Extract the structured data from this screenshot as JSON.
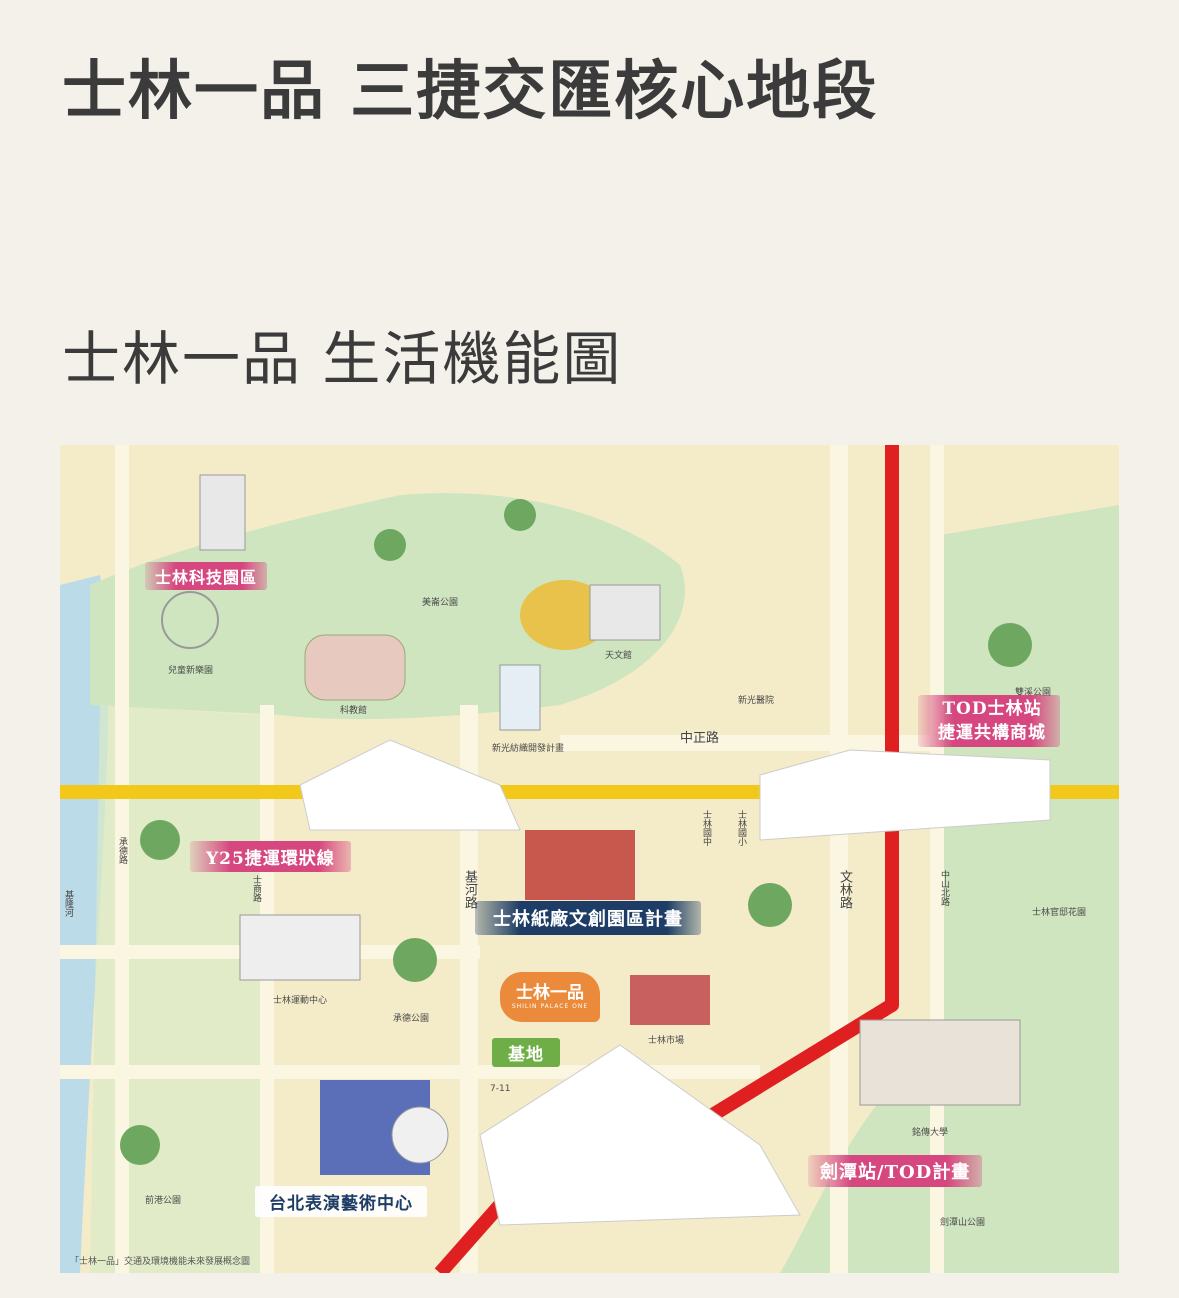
{
  "page": {
    "title": "士林一品  三捷交匯核心地段",
    "subtitle": "士林一品 生活機能圖"
  },
  "map": {
    "banners": {
      "keji": "士林科技園區",
      "y25": "Y25捷運環狀線",
      "paper": "士林紙廠文創園區計畫",
      "tod_shilin_1": "TOD士林站",
      "tod_shilin_2": "捷運共構商城",
      "jiantan": "劍潭站/TOD計畫",
      "theater": "台北表演藝術中心",
      "site_name": "士林一品",
      "site_en": "SHILIN PALACE ONE",
      "site_tag": "基地"
    },
    "places": {
      "meilun": "美崙公園",
      "tianwen": "天文館",
      "kids": "兒童新樂園",
      "kejiguan": "科教館",
      "xinguang_hosp": "新光醫院",
      "xinguang_dev": "新光紡織開發計畫",
      "shilin_jh": "士林國中",
      "shilin_es": "士林國小",
      "sports": "士林運動中心",
      "chengde_park": "承德公園",
      "market": "士林市場",
      "seven": "7-11",
      "mingchuan": "銘傳大學",
      "guandi": "士林官邸花園",
      "jiantan_park": "劍潭山公園",
      "qiangang": "前港公園",
      "park_top_right": "雙溪公園"
    },
    "roads": {
      "zhongzheng": "中正路",
      "wenlin": "文林路",
      "jihe": "基河路",
      "chengde": "承德路",
      "shishang": "士商路",
      "zhongshan_n": "中山北路",
      "keelung_river": "基隆河"
    },
    "note": "「士林一品」交通及環境機能未來發展概念圖",
    "colors": {
      "red_line": "#e02020",
      "yellow_line": "#f2c81a",
      "green_area": "#cfe5bf",
      "river": "#bcdbe8",
      "road": "#fbf6e2"
    }
  }
}
